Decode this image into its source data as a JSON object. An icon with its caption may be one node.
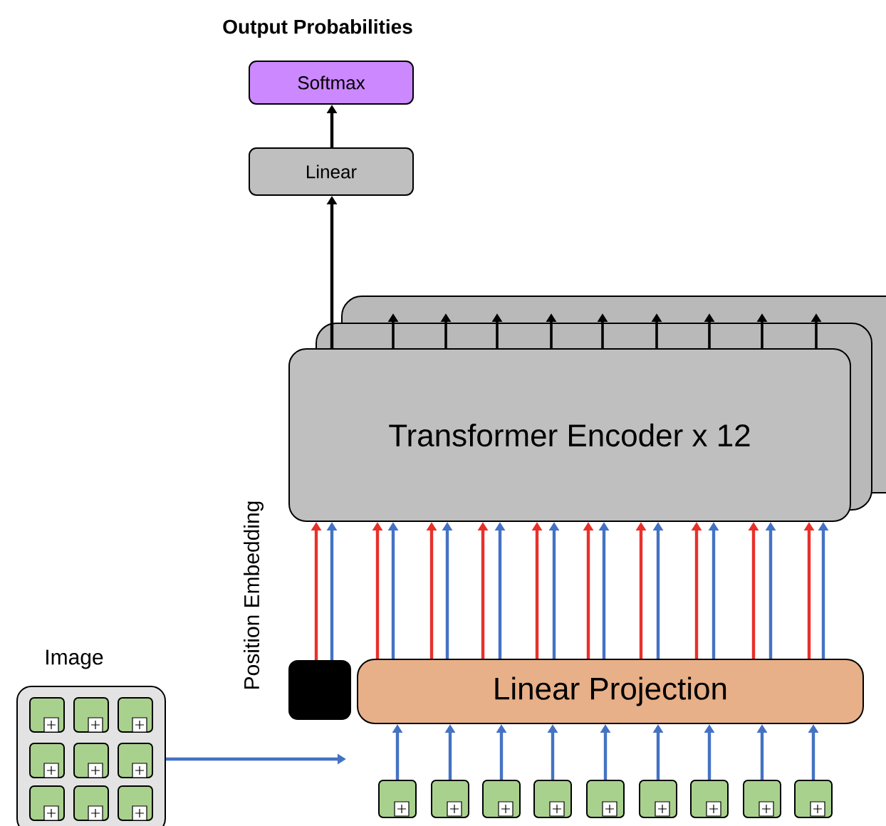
{
  "diagram": {
    "title": "Output Probabilities",
    "nodes": [
      {
        "text": [
          "Softmax"
        ]
      },
      {
        "text": [
          "Linear"
        ]
      },
      {
        "text": [
          "Transformer Encoder x 12"
        ]
      },
      {
        "text": [
          "Linear Projection"
        ]
      },
      {
        "text": [],
        "shape": "box"
      },
      {
        "text": [
          "Image"
        ]
      },
      {
        "text": [],
        "shape": "box"
      },
      {
        "text": [],
        "shape": "box"
      },
      {
        "text": [],
        "shape": "box"
      },
      {
        "text": [],
        "shape": "box"
      },
      {
        "text": [],
        "shape": "box"
      },
      {
        "text": [],
        "shape": "box"
      },
      {
        "text": [],
        "shape": "box"
      },
      {
        "text": [],
        "shape": "box"
      },
      {
        "text": [],
        "shape": "box"
      }
    ],
    "edges": [
      {
        "from": 1,
        "to": 0,
        "arrow": "to",
        "color": "#000000"
      },
      {
        "from": 2,
        "to": 1,
        "arrow": "to",
        "color": "#000000"
      },
      {
        "from": 4,
        "to": 2,
        "arrow": "to",
        "color": "#e8302a"
      },
      {
        "from": 4,
        "to": 2,
        "arrow": "to",
        "color": "#4472c4"
      },
      {
        "from": 3,
        "to": 2,
        "arrow": "to",
        "color": "#e8302a"
      },
      {
        "from": 3,
        "to": 2,
        "arrow": "to",
        "color": "#4472c4"
      },
      {
        "from": 3,
        "to": 2,
        "arrow": "to",
        "color": "#e8302a"
      },
      {
        "from": 3,
        "to": 2,
        "arrow": "to",
        "color": "#4472c4"
      },
      {
        "from": 3,
        "to": 2,
        "arrow": "to",
        "color": "#e8302a"
      },
      {
        "from": 3,
        "to": 2,
        "arrow": "to",
        "color": "#4472c4"
      },
      {
        "from": 3,
        "to": 2,
        "arrow": "to",
        "color": "#e8302a"
      },
      {
        "from": 3,
        "to": 2,
        "arrow": "to",
        "color": "#4472c4"
      },
      {
        "from": 3,
        "to": 2,
        "arrow": "to",
        "color": "#e8302a"
      },
      {
        "from": 3,
        "to": 2,
        "arrow": "to",
        "color": "#4472c4"
      },
      {
        "from": 3,
        "to": 2,
        "arrow": "to",
        "color": "#e8302a"
      },
      {
        "from": 3,
        "to": 2,
        "arrow": "to",
        "color": "#4472c4"
      },
      {
        "from": 3,
        "to": 2,
        "arrow": "to",
        "color": "#e8302a"
      },
      {
        "from": 3,
        "to": 2,
        "arrow": "to",
        "color": "#4472c4"
      },
      {
        "from": 3,
        "to": 2,
        "arrow": "to",
        "color": "#e8302a"
      },
      {
        "from": 3,
        "to": 2,
        "arrow": "to",
        "color": "#4472c4"
      },
      {
        "from": 3,
        "to": 2,
        "arrow": "to",
        "color": "#e8302a"
      },
      {
        "from": 3,
        "to": 2,
        "arrow": "to",
        "color": "#4472c4"
      },
      {
        "from": 6,
        "to": 3,
        "arrow": "to",
        "color": "#4472c4"
      },
      {
        "from": 7,
        "to": 3,
        "arrow": "to",
        "color": "#4472c4"
      },
      {
        "from": 8,
        "to": 3,
        "arrow": "to",
        "color": "#4472c4"
      },
      {
        "from": 9,
        "to": 3,
        "arrow": "to",
        "color": "#4472c4"
      },
      {
        "from": 10,
        "to": 3,
        "arrow": "to",
        "color": "#4472c4"
      },
      {
        "from": 11,
        "to": 3,
        "arrow": "to",
        "color": "#4472c4"
      },
      {
        "from": 12,
        "to": 3,
        "arrow": "to",
        "color": "#4472c4"
      },
      {
        "from": 13,
        "to": 3,
        "arrow": "to",
        "color": "#4472c4"
      },
      {
        "from": 14,
        "to": 3,
        "arrow": "to",
        "color": "#4472c4"
      },
      {
        "from": 5,
        "to": null,
        "arrow": "to",
        "color": "#4472c4"
      },
      {
        "from": 2,
        "to": null,
        "arrow": "to",
        "color": "#000000"
      },
      {
        "from": 2,
        "to": null,
        "arrow": "to",
        "color": "#000000"
      },
      {
        "from": 2,
        "to": null,
        "arrow": "to",
        "color": "#000000"
      },
      {
        "from": 2,
        "to": null,
        "arrow": "to",
        "color": "#000000"
      },
      {
        "from": 2,
        "to": null,
        "arrow": "to",
        "color": "#000000"
      },
      {
        "from": 2,
        "to": null,
        "arrow": "to",
        "color": "#000000"
      },
      {
        "from": 2,
        "to": null,
        "arrow": "to",
        "color": "#000000"
      },
      {
        "from": 2,
        "to": null,
        "arrow": "to",
        "color": "#000000"
      },
      {
        "from": 2,
        "to": null,
        "arrow": "to",
        "color": "#000000"
      }
    ],
    "labels": [
      "Position Embedding"
    ]
  }
}
